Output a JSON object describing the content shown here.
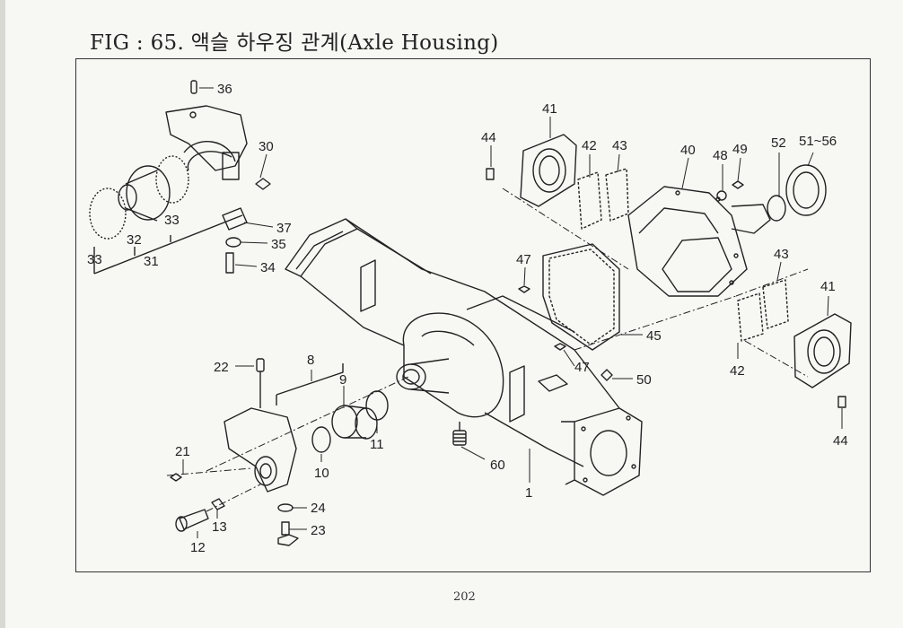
{
  "title": "FIG : 65. 액슬 하우징 관계(Axle Housing)",
  "page_number": "202",
  "parts": [
    {
      "label": "36"
    },
    {
      "label": "30"
    },
    {
      "label": "37"
    },
    {
      "label": "35"
    },
    {
      "label": "34"
    },
    {
      "label": "33"
    },
    {
      "label": "32"
    },
    {
      "label": "33"
    },
    {
      "label": "31"
    },
    {
      "label": "44"
    },
    {
      "label": "41"
    },
    {
      "label": "42"
    },
    {
      "label": "43"
    },
    {
      "label": "40"
    },
    {
      "label": "48"
    },
    {
      "label": "49"
    },
    {
      "label": "52"
    },
    {
      "label": "51~56"
    },
    {
      "label": "47"
    },
    {
      "label": "45"
    },
    {
      "label": "47"
    },
    {
      "label": "50"
    },
    {
      "label": "43"
    },
    {
      "label": "41"
    },
    {
      "label": "42"
    },
    {
      "label": "44"
    },
    {
      "label": "22"
    },
    {
      "label": "8"
    },
    {
      "label": "9"
    },
    {
      "label": "11"
    },
    {
      "label": "21"
    },
    {
      "label": "10"
    },
    {
      "label": "60"
    },
    {
      "label": "1"
    },
    {
      "label": "24"
    },
    {
      "label": "13"
    },
    {
      "label": "23"
    },
    {
      "label": "12"
    }
  ]
}
